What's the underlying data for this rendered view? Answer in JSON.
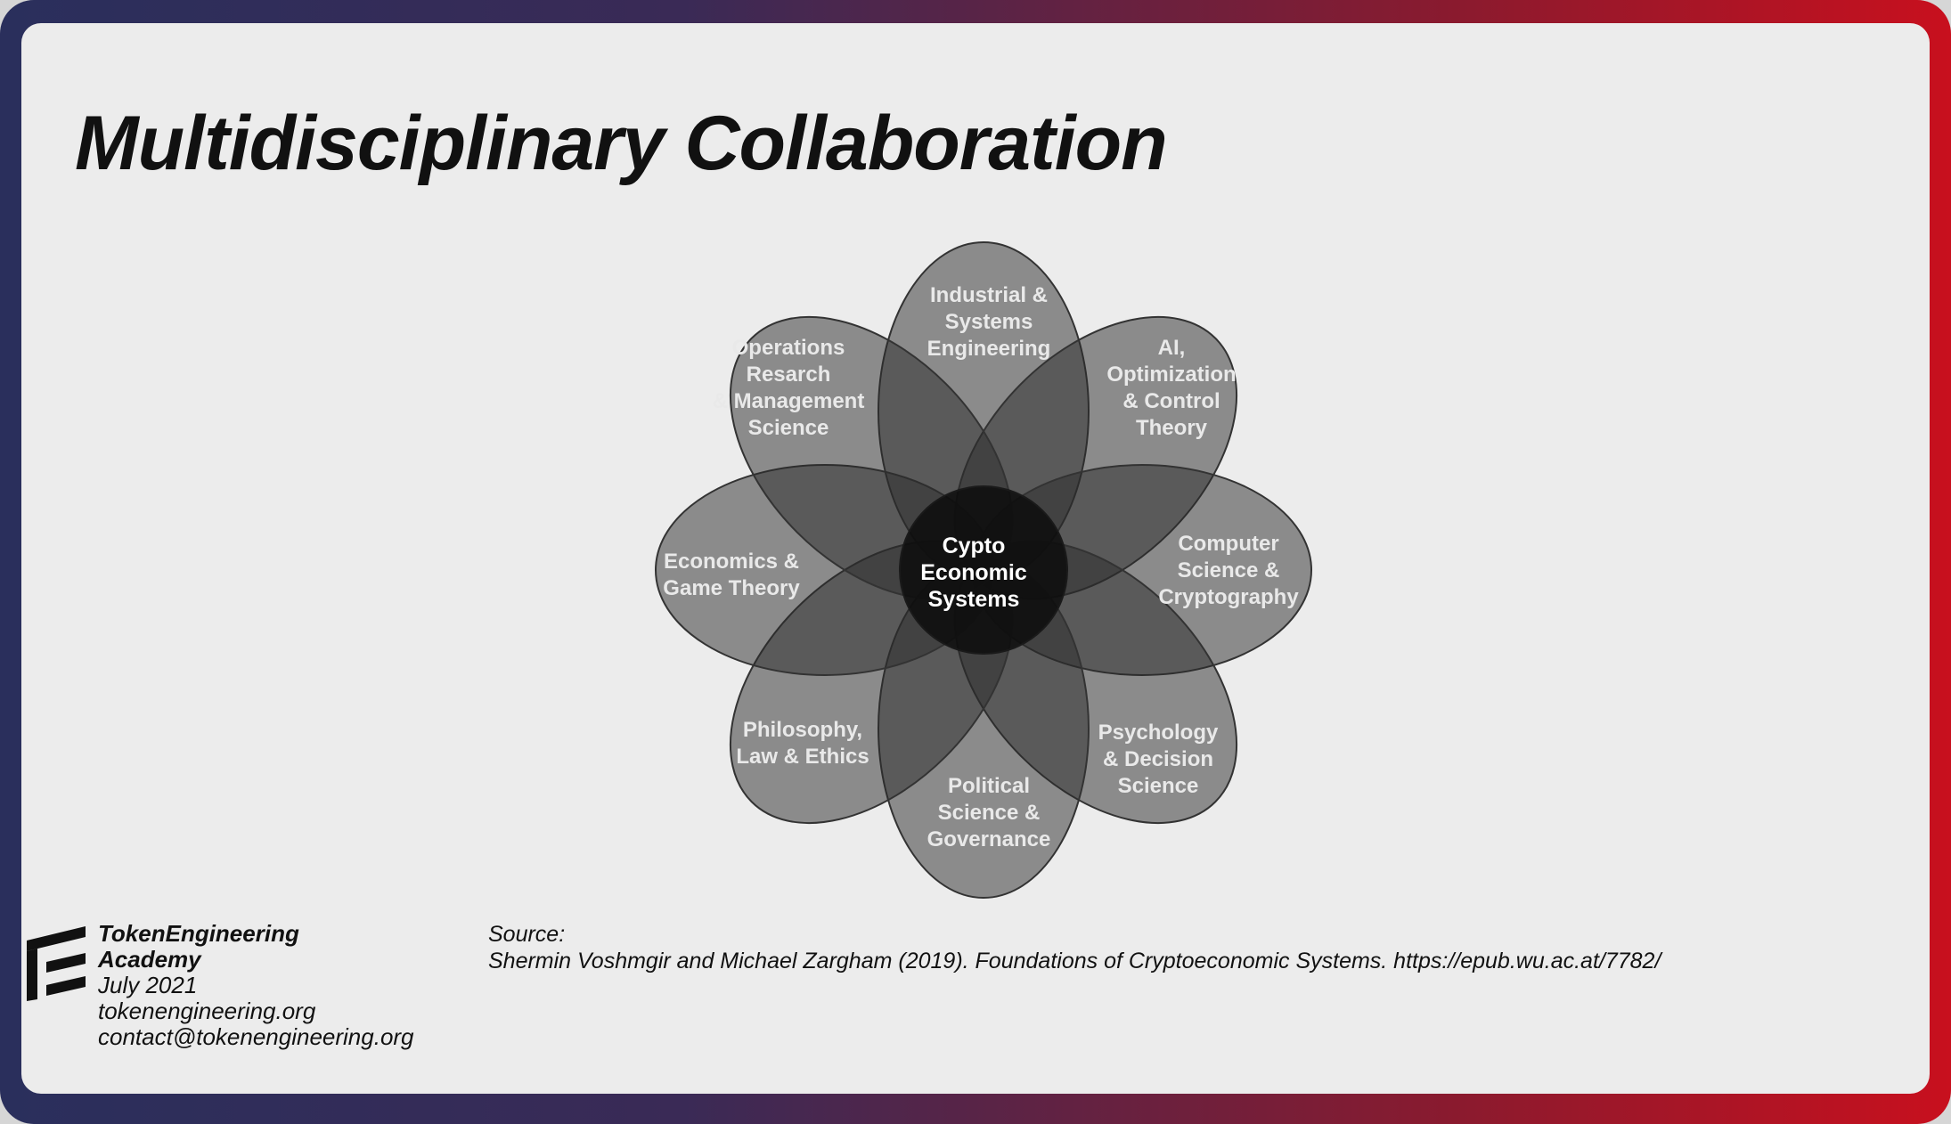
{
  "slide": {
    "title": "Multidisciplinary Collaboration"
  },
  "diagram": {
    "center": "Cypto\nEconomic\nSystems",
    "petals": [
      {
        "id": "industrial",
        "label": "Industrial &\nSystems\nEngineering"
      },
      {
        "id": "ai",
        "label": "AI,\nOptimization\n& Control\nTheory"
      },
      {
        "id": "computer",
        "label": "Computer\nScience &\nCryptography"
      },
      {
        "id": "psychology",
        "label": "Psychology\n& Decision\nScience"
      },
      {
        "id": "political",
        "label": "Political\nScience &\nGovernance"
      },
      {
        "id": "philosophy",
        "label": "Philosophy,\nLaw & Ethics"
      },
      {
        "id": "economics",
        "label": "Economics &\nGame Theory"
      },
      {
        "id": "operations",
        "label": "Operations\nResarch\n& Management\nScience"
      }
    ],
    "colors": {
      "petal_fill": "#2a2a2a",
      "petal_stroke": "#333333",
      "center_fill": "#0c0c0c"
    }
  },
  "footer": {
    "org_name_line1": "TokenEngineering",
    "org_name_line2": "Academy",
    "date": "July 2021",
    "website": "tokenengineering.org",
    "email": "contact@tokenengineering.org",
    "source_label": "Source:",
    "source_text": "Shermin Voshmgir and Michael Zargham (2019). Foundations of Cryptoeconomic Systems. https://epub.wu.ac.at/7782/"
  },
  "frame": {
    "gradient_left": "#2a2f5c",
    "gradient_right": "#c8101e",
    "slide_bg": "#ececec"
  }
}
